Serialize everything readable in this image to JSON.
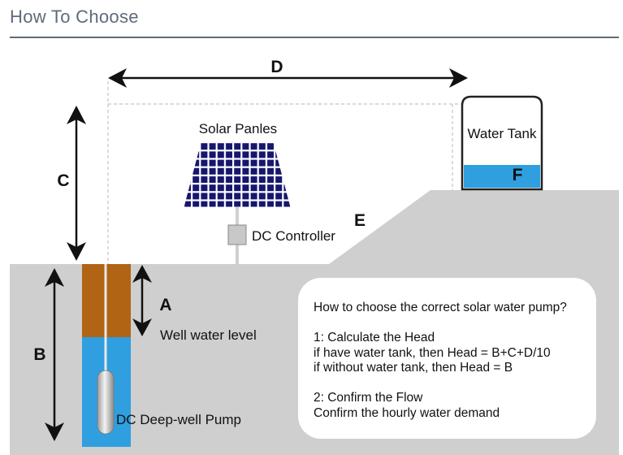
{
  "header": {
    "title": "How To Choose"
  },
  "diagram": {
    "labels": {
      "a": "A",
      "b": "B",
      "c": "C",
      "d": "D",
      "e": "E",
      "f": "F",
      "solar_panels": "Solar Panles",
      "dc_controller": "DC Controller",
      "water_tank": "Water Tank",
      "well_water_level": "Well water level",
      "dc_pump": "DC Deep-well Pump"
    },
    "colors": {
      "ground": "#cfcfcf",
      "soil": "#b06414",
      "water": "#2f9fe0",
      "panel": "#16166e",
      "arrow": "#111111"
    }
  },
  "info": {
    "question": "How to choose the correct solar water pump?",
    "step1_title": "1: Calculate the Head",
    "step1_line1": "if have water tank, then Head = B+C+D/10",
    "step1_line2": "if without water tank, then Head = B",
    "step2_title": "2: Confirm the Flow",
    "step2_line1": "Confirm the hourly water demand"
  }
}
